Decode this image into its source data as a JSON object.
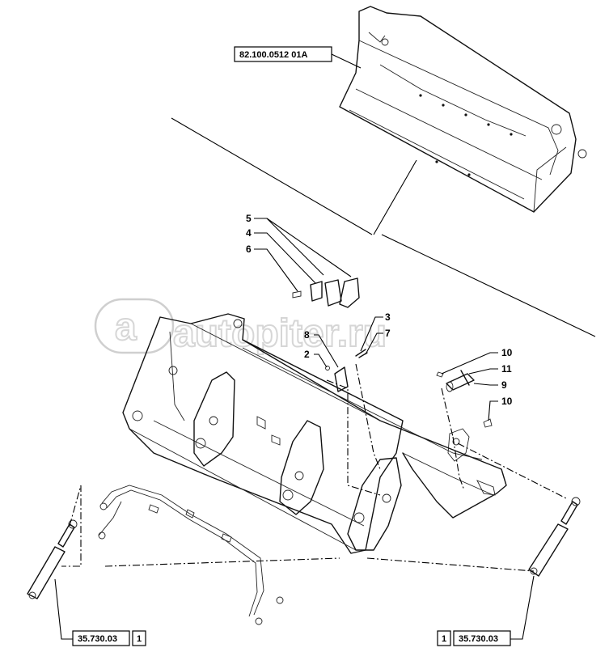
{
  "watermark": "autopiter.ru",
  "watermark_badge": "a",
  "references": {
    "bucket_assembly": "82.100.0512 01A",
    "cylinder_left_ref": "35.730.03",
    "cylinder_left_qty": "1",
    "cylinder_right_ref": "35.730.03",
    "cylinder_right_qty": "1"
  },
  "callouts": {
    "c5": "5",
    "c4": "4",
    "c6": "6",
    "c8": "8",
    "c2": "2",
    "c3": "3",
    "c7": "7",
    "c10a": "10",
    "c11": "11",
    "c9": "9",
    "c10b": "10"
  }
}
